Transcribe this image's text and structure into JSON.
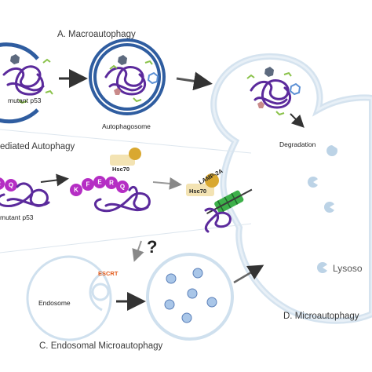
{
  "labels": {
    "macroautophagy": "A. Macroautophagy",
    "autophagosome": "Autophagosome",
    "mutant_p53_top": "mutant p53",
    "degradation": "Degradation",
    "cma": "ediated Autophagy",
    "hsc70_top": "Hsc70",
    "hsc70_mid": "Hsc70",
    "lamp2a": "LAMP-2A",
    "mutant_p53_mid": "mutant p53",
    "question": "?",
    "escrt": "ESCRT",
    "endosome": "Endosome",
    "lysosome": "Lysoso",
    "microautophagy": "D. Microautophagy",
    "endosomal_micro": "C. Endosomal Microautophagy"
  },
  "kferq_letters": [
    "K",
    "F",
    "E",
    "R",
    "Q"
  ],
  "left_letters": [
    "R",
    "Q"
  ],
  "colors": {
    "protein": "#5b2a9c",
    "peptide": "#b52ec4",
    "membrane_blue": "#2f5da0",
    "membrane_light": "#cfe0ee",
    "hsc70": "#e0b84a",
    "lamp": "#3db04a",
    "escrt": "#e35b1a",
    "vesicle": "#a9c6e8"
  }
}
